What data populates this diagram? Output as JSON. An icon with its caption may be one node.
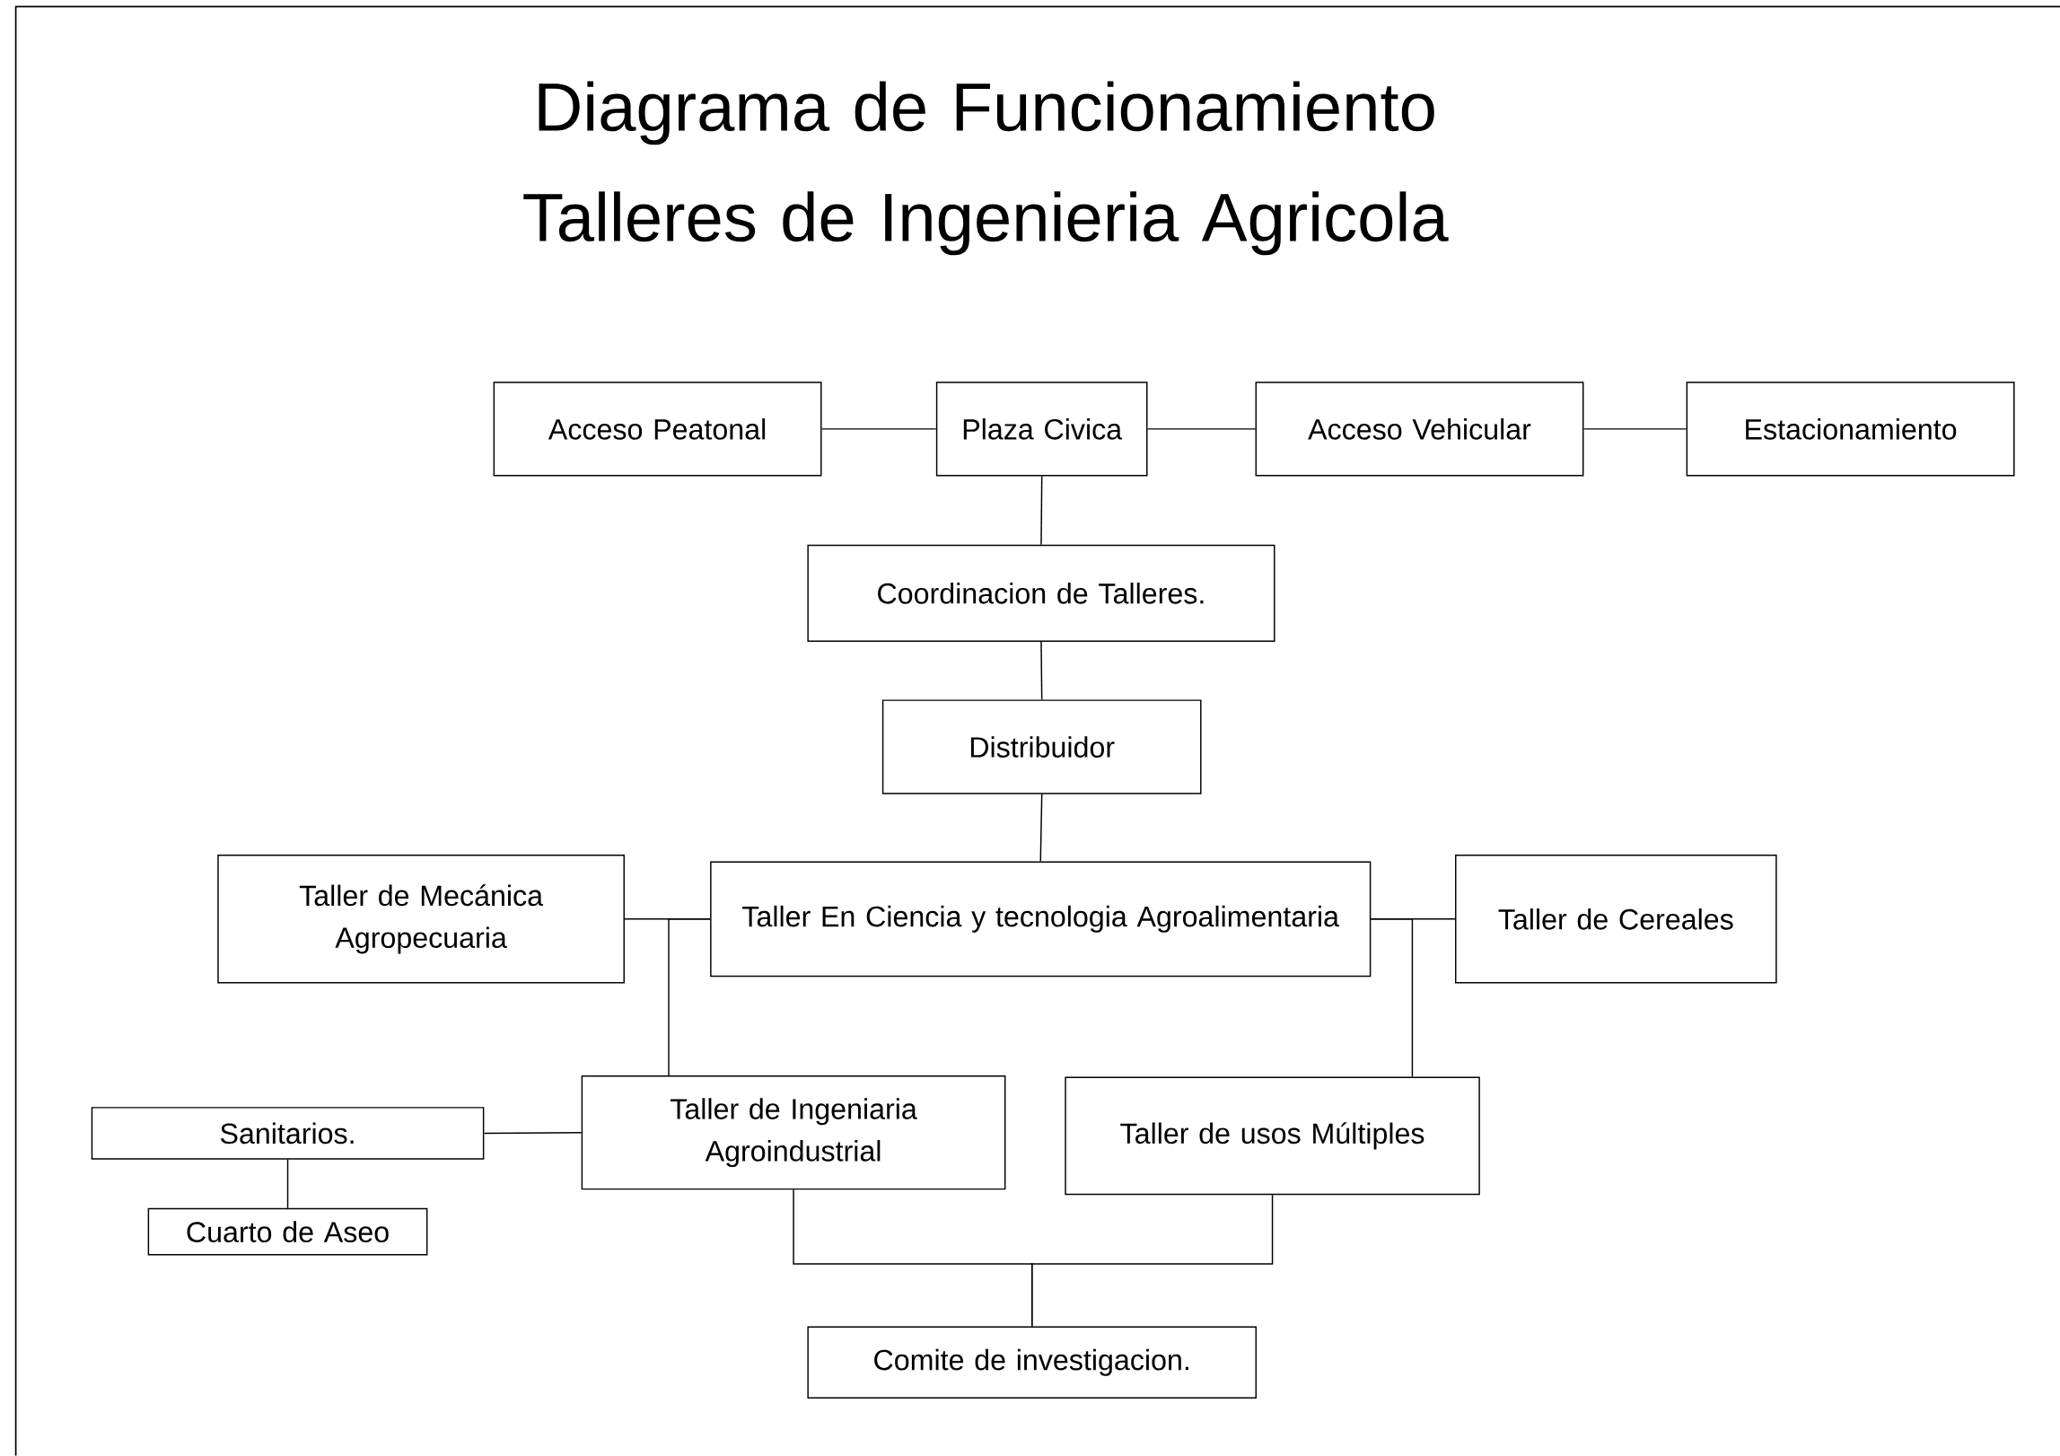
{
  "diagram": {
    "title": "Diagrama de Funcionamiento Talleres de Ingenieria Agricola",
    "nodes": [
      {
        "text": [
          "Acceso Peatonal"
        ]
      },
      {
        "text": [
          "Plaza Civica"
        ]
      },
      {
        "text": [
          "Acceso Vehicular"
        ]
      },
      {
        "text": [
          "Estacionamiento"
        ]
      },
      {
        "text": [
          "Coordinacion de Talleres."
        ]
      },
      {
        "text": [
          "Distribuidor"
        ]
      },
      {
        "text": [
          "Taller de Mecánica Agropecuaria"
        ]
      },
      {
        "text": [
          "Taller En Ciencia y tecnologia Agroalimentaria"
        ]
      },
      {
        "text": [
          "Taller de Cereales"
        ]
      },
      {
        "text": [
          "Sanitarios."
        ]
      },
      {
        "text": [
          "Taller de Ingeniaria Agroindustrial"
        ]
      },
      {
        "text": [
          "Taller de usos Múltiples"
        ]
      },
      {
        "text": [
          "Cuarto de Aseo"
        ]
      },
      {
        "text": [
          "Comite de investigacion."
        ]
      }
    ],
    "edges": [
      {
        "from": 0,
        "to": 1,
        "arrow": "none"
      },
      {
        "from": 1,
        "to": 2,
        "arrow": "none"
      },
      {
        "from": 2,
        "to": 3,
        "arrow": "none"
      },
      {
        "from": 1,
        "to": 4,
        "arrow": "none"
      },
      {
        "from": 4,
        "to": 5,
        "arrow": "none"
      },
      {
        "from": 5,
        "to": 7,
        "arrow": "none"
      },
      {
        "from": 6,
        "to": 7,
        "arrow": "none"
      },
      {
        "from": 7,
        "to": 10,
        "arrow": "none"
      },
      {
        "from": 7,
        "to": 8,
        "arrow": "none"
      },
      {
        "from": 7,
        "to": 11,
        "arrow": "none"
      },
      {
        "from": 9,
        "to": 10,
        "arrow": "none"
      },
      {
        "from": 9,
        "to": 12,
        "arrow": "none"
      },
      {
        "from": 10,
        "to": 13,
        "arrow": "none"
      },
      {
        "from": 11,
        "to": 13,
        "arrow": "none"
      }
    ]
  }
}
